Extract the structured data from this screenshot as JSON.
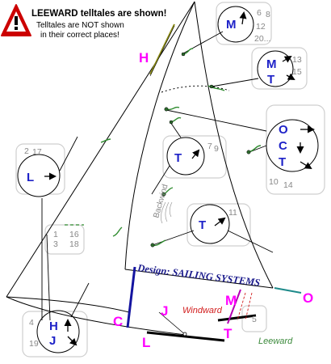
{
  "warning": {
    "title": "LEEWARD telltales are shown!",
    "line1": "Telltales are NOT shown",
    "line2": "in their correct places!"
  },
  "labels": {
    "H": "H",
    "C": "C",
    "J": "J",
    "L": "L",
    "M": "M",
    "T": "T",
    "O": "O",
    "design": "Design: SAILING SYSTEMS",
    "windward": "Windward",
    "leeward": "Leeward",
    "backwind": "Backwind"
  },
  "gauges": {
    "top": {
      "letters": [
        "M"
      ],
      "numbers": [
        "6",
        "8",
        "12",
        "20..."
      ]
    },
    "mt": {
      "letters": [
        "M",
        "T"
      ],
      "numbers": [
        "13",
        "15"
      ]
    },
    "oct": {
      "letters": [
        "O",
        "C",
        "T"
      ],
      "numbers": [
        "10",
        "14"
      ]
    },
    "t79": {
      "letters": [
        "T"
      ],
      "numbers": [
        "7",
        "9"
      ]
    },
    "t11": {
      "letters": [
        "T"
      ],
      "numbers": [
        "11"
      ]
    },
    "l217": {
      "letters": [
        "L"
      ],
      "numbers": [
        "2",
        "17"
      ]
    },
    "hj": {
      "letters": [
        "H",
        "J"
      ],
      "numbers": [
        "4",
        "19"
      ]
    },
    "mid": {
      "numbers": [
        "1",
        "3",
        "16",
        "18"
      ]
    },
    "mt5": {
      "numbers": [
        "5"
      ]
    }
  },
  "colors": {
    "telltale": "#2e8b2e",
    "gaugeLetter": "#1e22c8",
    "callout": "#ff00ff",
    "warningRed": "#cc0000",
    "windward": "#d21e1e",
    "leeward": "#3c8a3c",
    "design": "#1a1a8c",
    "mast": "#1414a0",
    "sheet": "#b400b4",
    "jibStay": "#8a8a14",
    "boom": "#000000"
  }
}
